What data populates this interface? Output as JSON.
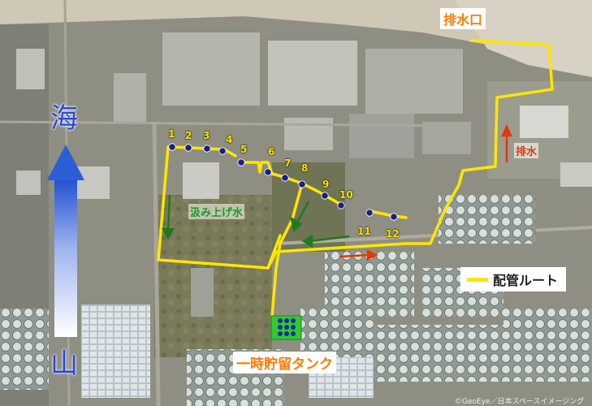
{
  "map": {
    "title_outfall": "排水口",
    "label_drain": "排水",
    "label_pumped": "汲み上げ水",
    "label_tank": "一時貯留タンク",
    "label_sea": "海",
    "label_mountain": "山",
    "legend_label": "配管ルート",
    "credit": "©GeoEye／日本スペースイメージング",
    "wells": [
      {
        "label": "1"
      },
      {
        "label": "2"
      },
      {
        "label": "3"
      },
      {
        "label": "4"
      },
      {
        "label": "5"
      },
      {
        "label": "6"
      },
      {
        "label": "7"
      },
      {
        "label": "8"
      },
      {
        "label": "9"
      },
      {
        "label": "10"
      },
      {
        "label": "11"
      },
      {
        "label": "12"
      }
    ],
    "colors": {
      "pipe": "#ffe600",
      "flow_green": "#1e7a1e",
      "flow_red": "#e03a0a",
      "well_dot": "#1a1f8c",
      "tank": "#2ecc2e",
      "arrow_blue": "#2a5fd6"
    }
  }
}
